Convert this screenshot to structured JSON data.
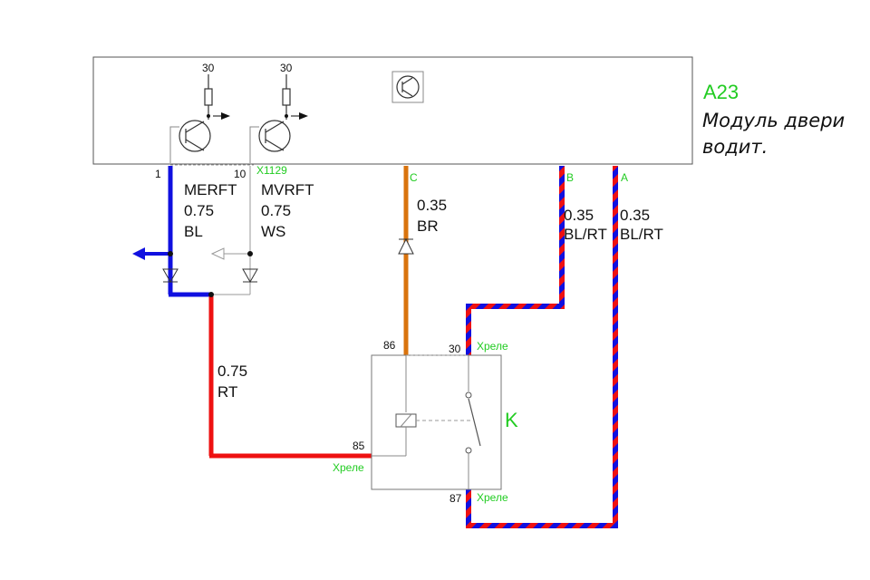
{
  "module": {
    "id": "A23",
    "name_line1": "Модуль двери",
    "name_line2": "водит.",
    "connector": "X1129",
    "supply_label_1": "30",
    "supply_label_2": "30"
  },
  "pins": {
    "p1": "1",
    "p10": "10",
    "pc": "C",
    "pb": "B",
    "pa": "A"
  },
  "wires": {
    "merft": {
      "signal": "MERFT",
      "size": "0.75",
      "color": "BL"
    },
    "mvrft": {
      "signal": "MVRFT",
      "size": "0.75",
      "color": "WS"
    },
    "c": {
      "size": "0.35",
      "color": "BR"
    },
    "b": {
      "size": "0.35",
      "color": "BL/RT"
    },
    "a": {
      "size": "0.35",
      "color": "BL/RT"
    },
    "rt": {
      "size": "0.75",
      "color": "RT"
    }
  },
  "relay": {
    "id": "K",
    "pin86": "86",
    "pin30": "30",
    "pin85": "85",
    "pin87": "87",
    "conn30": "Xреле",
    "conn85": "Xреле",
    "conn87": "Xреле"
  },
  "colors": {
    "blue": "#1010e0",
    "red": "#ee1111",
    "brown": "#d9730d",
    "green": "#22cc22"
  }
}
